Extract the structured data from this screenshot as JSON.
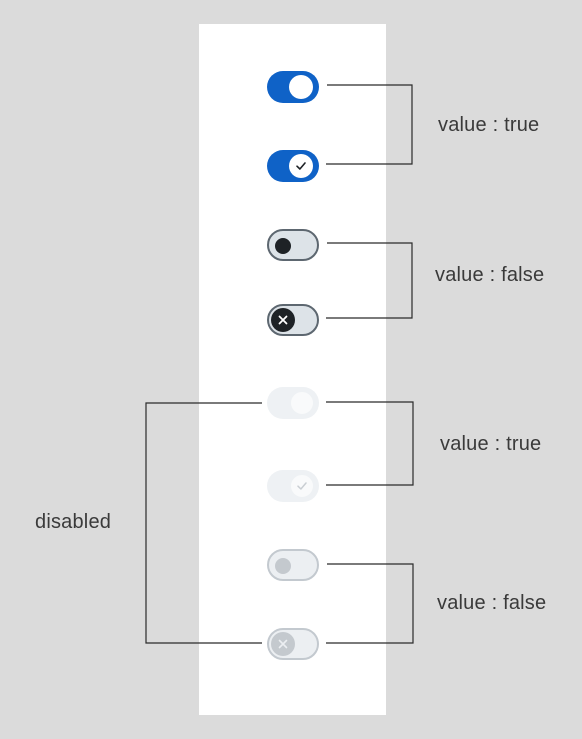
{
  "groups": [
    {
      "label": "value : true"
    },
    {
      "label": "value : false"
    },
    {
      "label": "value : true"
    },
    {
      "label": "value : false"
    }
  ],
  "disabled_label": "disabled",
  "toggles": [
    {
      "state": "on",
      "icon": "none",
      "disabled": false
    },
    {
      "state": "on",
      "icon": "check-icon",
      "disabled": false
    },
    {
      "state": "off",
      "icon": "none",
      "disabled": false
    },
    {
      "state": "off",
      "icon": "close-icon",
      "disabled": false
    },
    {
      "state": "on",
      "icon": "none",
      "disabled": true
    },
    {
      "state": "on",
      "icon": "check-icon",
      "disabled": true
    },
    {
      "state": "off",
      "icon": "none",
      "disabled": true
    },
    {
      "state": "off",
      "icon": "close-icon",
      "disabled": true
    }
  ],
  "colors": {
    "background": "#dbdbdb",
    "panel": "#ffffff",
    "on_track": "#0f62c7",
    "off_track": "#dde3e8",
    "off_border": "#5d6770",
    "off_knob": "#1e2226",
    "disabled_on_track": "#eef1f4",
    "disabled_off_track": "#eceff2",
    "disabled_off_border": "#c3c9cf",
    "disabled_off_knob": "#c4c9ce",
    "connector": "#2b2b2b"
  }
}
